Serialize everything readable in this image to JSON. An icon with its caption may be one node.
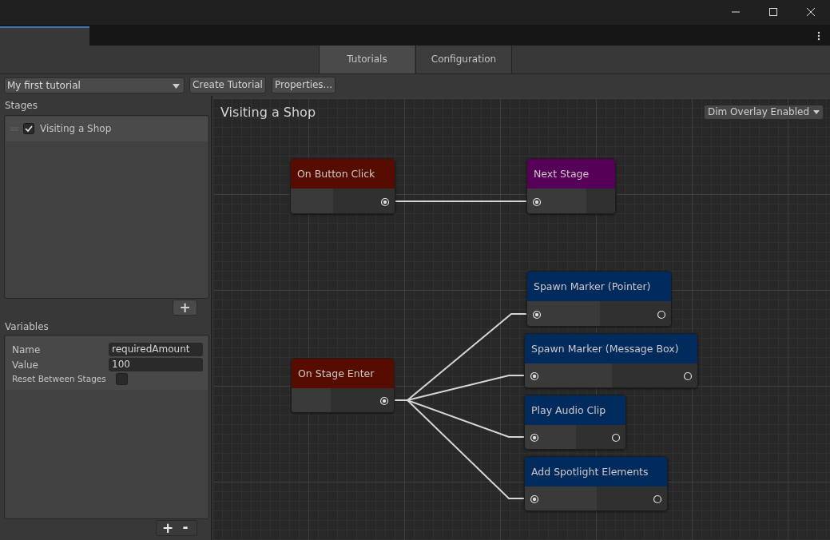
{
  "diagram": {
    "title": "Visiting a Shop",
    "nodes": [
      {
        "text": [
          "On Button Click"
        ]
      },
      {
        "text": [
          "Next Stage"
        ]
      },
      {
        "text": [
          "On Stage Enter"
        ]
      },
      {
        "text": [
          "Spawn Marker (Pointer)"
        ]
      },
      {
        "text": [
          "Spawn Marker (Message Box)"
        ]
      },
      {
        "text": [
          "Play Audio Clip"
        ]
      },
      {
        "text": [
          "Add Spotlight Elements"
        ]
      }
    ],
    "edges": [
      {
        "from": 0,
        "to": 1,
        "arrow": "none"
      },
      {
        "from": 2,
        "to": 3,
        "arrow": "none"
      },
      {
        "from": 2,
        "to": 4,
        "arrow": "none"
      },
      {
        "from": 2,
        "to": 5,
        "arrow": "none"
      },
      {
        "from": 2,
        "to": 6,
        "arrow": "none"
      }
    ],
    "labels": [
      "Tutorials",
      "Configuration",
      "My first tutorial",
      "Create Tutorial",
      "Properties...",
      "Stages",
      "Visiting a Shop",
      "Dim Overlay Enabled",
      "+",
      "Variables",
      "Name",
      "requiredAmount",
      "Value",
      "100",
      "Reset Between Stages",
      "+",
      "-"
    ]
  }
}
